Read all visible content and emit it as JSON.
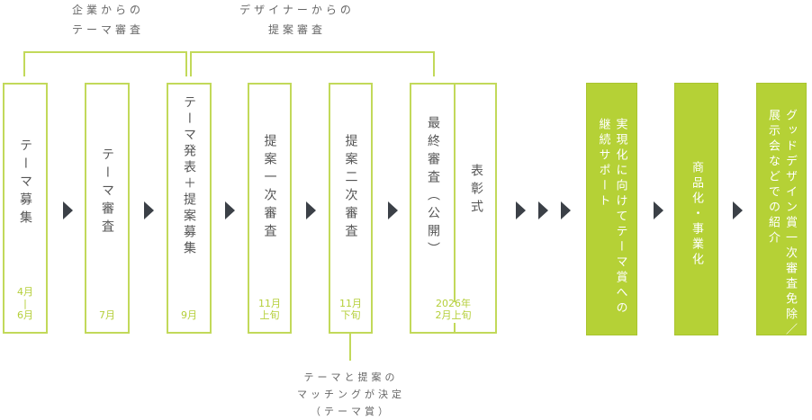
{
  "captions": {
    "company_review": [
      "企業からの",
      "テーマ審査"
    ],
    "designer_review": [
      "デザイナーからの",
      "提案審査"
    ],
    "matching": [
      "テーマと提案の",
      "マッチングが決定",
      "（テーマ賞）"
    ]
  },
  "steps": [
    {
      "label": "テーマ募集",
      "date": [
        "4月",
        "|",
        "6月"
      ]
    },
    {
      "label": "テーマ審査",
      "date": [
        "7月"
      ]
    },
    {
      "label": "テーマ発表＋提案募集",
      "date": [
        "9月"
      ]
    },
    {
      "label": "提案一次審査",
      "date": [
        "11月",
        "上旬"
      ]
    },
    {
      "label": "提案二次審査",
      "date": [
        "11月",
        "下旬"
      ]
    },
    {
      "label": "最終審査（公開）",
      "label2": "表彰式",
      "date": [
        "2026年",
        "2月上旬"
      ]
    }
  ],
  "outcomes": [
    {
      "lines": [
        "実現化に向けてテーマ賞への",
        "継続サポート"
      ]
    },
    {
      "lines": [
        "商品化・事業化"
      ]
    },
    {
      "lines": [
        "グッドデザイン賞一次審査免除／",
        "展示会などでの紹介"
      ]
    }
  ],
  "colors": {
    "accent": "#b5d136",
    "arrow": "#3b4047"
  }
}
